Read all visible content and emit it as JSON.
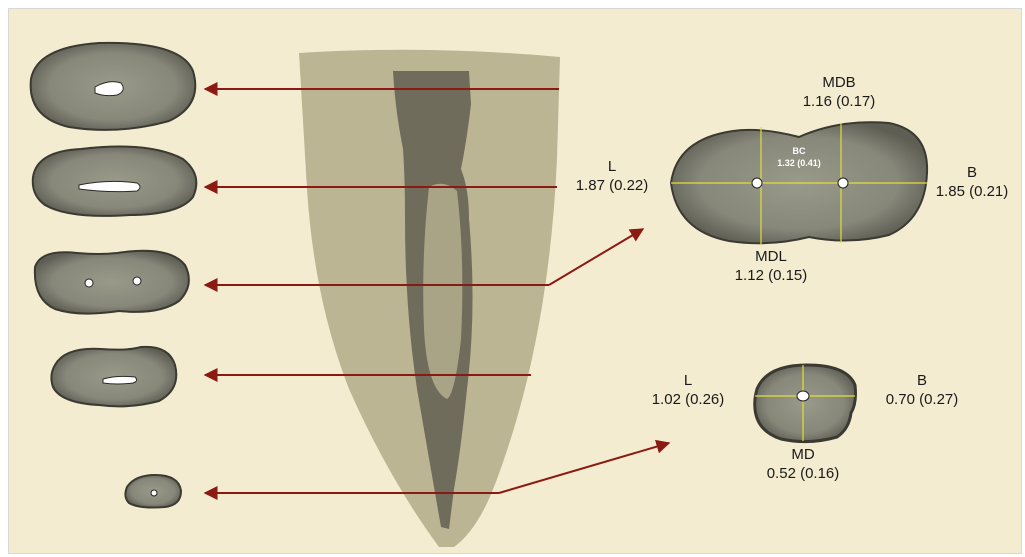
{
  "upper_section": {
    "mdb_label": "MDB",
    "mdb_value": "1.16 (0.17)",
    "l_label": "L",
    "l_value": "1.87 (0.22)",
    "b_label": "B",
    "b_value": "1.85 (0.21)",
    "mdl_label": "MDL",
    "mdl_value": "1.12 (0.15)",
    "bc_label": "BC",
    "bc_value": "1.32 (0.41)"
  },
  "lower_section": {
    "l_label": "L",
    "l_value": "1.02 (0.26)",
    "b_label": "B",
    "b_value": "0.70 (0.27)",
    "md_label": "MD",
    "md_value": "0.52 (0.16)"
  },
  "colors": {
    "background": "#f4ecd0",
    "arrow": "#8b1a12",
    "measure_line": "#e3de3c",
    "section_fill": "#8a8a78",
    "root_fill": "#b2ab8a",
    "canal_fill": "#6f6c5c"
  }
}
